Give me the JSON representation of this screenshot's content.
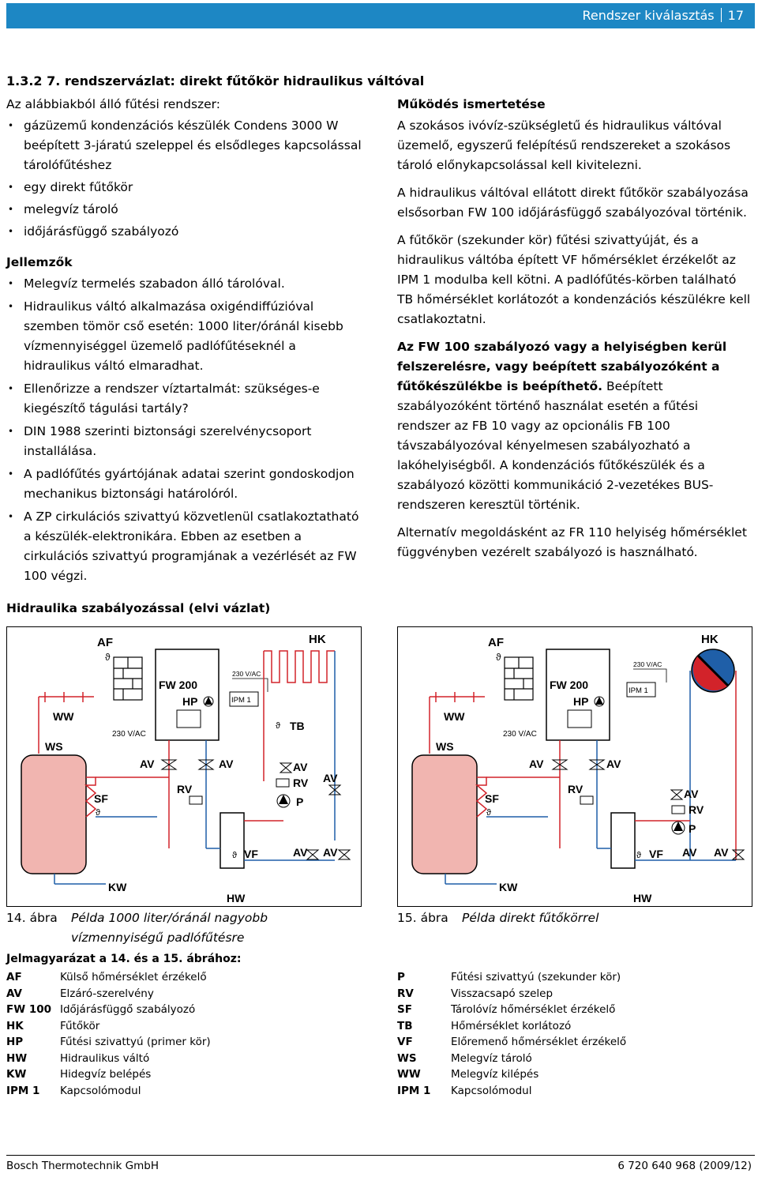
{
  "header": {
    "section": "Rendszer kiválasztás",
    "page": "17"
  },
  "title": "1.3.2 7. rendszervázlat: direkt fűtőkör hidraulikus váltóval",
  "left": {
    "intro": "Az alábbiakból álló fűtési rendszer:",
    "system_items": [
      "gázüzemű kondenzációs készülék Condens 3000 W beépített 3-járatú szeleppel és elsődleges kapcsolással tárolófűtéshez",
      "egy direkt fűtőkör",
      "melegvíz tároló",
      "időjárásfüggő szabályozó"
    ],
    "features_heading": "Jellemzők",
    "features": [
      "Melegvíz termelés szabadon álló tárolóval.",
      "Hidraulikus váltó alkalmazása oxigéndiffúzióval szemben tömör cső esetén: 1000 liter/óránál kisebb vízmennyiséggel üzemelő padlófűtéseknél a hidraulikus váltó elmaradhat.",
      "Ellenőrizze a rendszer víztartalmát: szükséges-e kiegészítő tágulási tartály?",
      "DIN 1988 szerinti biztonsági szerelvénycsoport installálása.",
      "A padlófűtés gyártójának adatai szerint gondoskodjon mechanikus biztonsági határolóról.",
      "A ZP cirkulációs szivattyú közvetlenül csatlakoztatható a készülék-elektronikára. Ebben az esetben a cirkulációs szivattyú programjának a vezérlését az FW 100 végzi."
    ]
  },
  "right": {
    "heading": "Működés ismertetése",
    "p1": "A szokásos ivóvíz-szükségletű és hidraulikus váltóval üzemelő, egyszerű felépítésű rendszereket a szokásos tároló előnykapcsolással kell kivitelezni.",
    "p2": "A hidraulikus váltóval ellátott direkt fűtőkör szabályozása elsősorban FW 100 időjárásfüggő szabályozóval történik.",
    "p3": "A fűtőkör (szekunder kör) fűtési szivattyúját, és a hidraulikus váltóba épített VF hőmérséklet érzékelőt az IPM 1 modulba kell kötni. A padlófűtés-körben található TB hőmérséklet korlátozót a kondenzációs készülékre kell csatlakoztatni.",
    "p4_bold": "Az FW 100 szabályozó vagy a helyiségben kerül felszerelésre, vagy beépített szabályozóként a fűtőkészülékbe is beépíthető.",
    "p4_rest": " Beépített szabályozóként történő használat esetén a fűtési rendszer az FB 10 vagy az opcionális FB 100 távszabályozóval kényelmesen szabályozható a lakóhelyiségből. A kondenzációs fűtőkészülék és a szabályozó közötti kommunikáció 2-vezetékes BUS-rendszeren keresztül történik.",
    "p5": "Alternatív megoldásként az FR 110 helyiség hőmérséklet függvényben vezérelt szabályozó is használható."
  },
  "diagram_heading": "Hidraulika szabályozással (elvi vázlat)",
  "diagram1": {
    "AF": "AF",
    "HK": "HK",
    "FW": "FW 200",
    "HP": "HP",
    "IPM": "IPM 1",
    "V230a": "230 V/AC",
    "V230b": "230 V/AC",
    "WW": "WW",
    "WS": "WS",
    "TB": "TB",
    "AV": "AV",
    "RV": "RV",
    "P": "P",
    "SF": "SF",
    "VF": "VF",
    "KW": "KW",
    "HW": "HW"
  },
  "diagram2": {
    "AF": "AF",
    "HK": "HK",
    "FW": "FW 200",
    "HP": "HP",
    "IPM": "IPM 1",
    "V230a": "230 V/AC",
    "V230b": "230 V/AC",
    "WW": "WW",
    "WS": "WS",
    "AV": "AV",
    "RV": "RV",
    "P": "P",
    "SF": "SF",
    "VF": "VF",
    "KW": "KW",
    "HW": "HW"
  },
  "captions": {
    "fig14_num": "14. ábra",
    "fig14_text": "Példa 1000 liter/óránál nagyobb vízmennyiségű padlófűtésre",
    "fig15_num": "15. ábra",
    "fig15_text": "Példa direkt fűtőkörrel"
  },
  "legend_heading": "Jelmagyarázat a 14. és a 15. ábrához:",
  "legend_left": [
    {
      "k": "AF",
      "v": "Külső hőmérséklet érzékelő"
    },
    {
      "k": "AV",
      "v": "Elzáró-szerelvény"
    },
    {
      "k": "FW 100",
      "v": "Időjárásfüggő szabályozó"
    },
    {
      "k": "HK",
      "v": "Fűtőkör"
    },
    {
      "k": "HP",
      "v": "Fűtési szivattyú (primer kör)"
    },
    {
      "k": "HW",
      "v": "Hidraulikus váltó"
    },
    {
      "k": "KW",
      "v": "Hidegvíz belépés"
    },
    {
      "k": "IPM 1",
      "v": "Kapcsolómodul"
    }
  ],
  "legend_right": [
    {
      "k": "P",
      "v": "Fűtési szivattyú (szekunder kör)"
    },
    {
      "k": "RV",
      "v": "Visszacsapó szelep"
    },
    {
      "k": "SF",
      "v": "Tárolóvíz hőmérséklet érzékelő"
    },
    {
      "k": "TB",
      "v": "Hőmérséklet korlátozó"
    },
    {
      "k": "VF",
      "v": "Előremenő hőmérséklet érzékelő"
    },
    {
      "k": "WS",
      "v": "Melegvíz tároló"
    },
    {
      "k": "WW",
      "v": "Melegvíz kilépés"
    },
    {
      "k": "IPM 1",
      "v": "Kapcsolómodul"
    }
  ],
  "footer": {
    "company": "Bosch Thermotechnik GmbH",
    "docnum": "6 720 640 968 (2009/12)"
  },
  "colors": {
    "accent": "#1d87c4",
    "pipe_red": "#d2232a",
    "pipe_blue": "#1f5fa8",
    "tank": "#f1b5b0"
  }
}
